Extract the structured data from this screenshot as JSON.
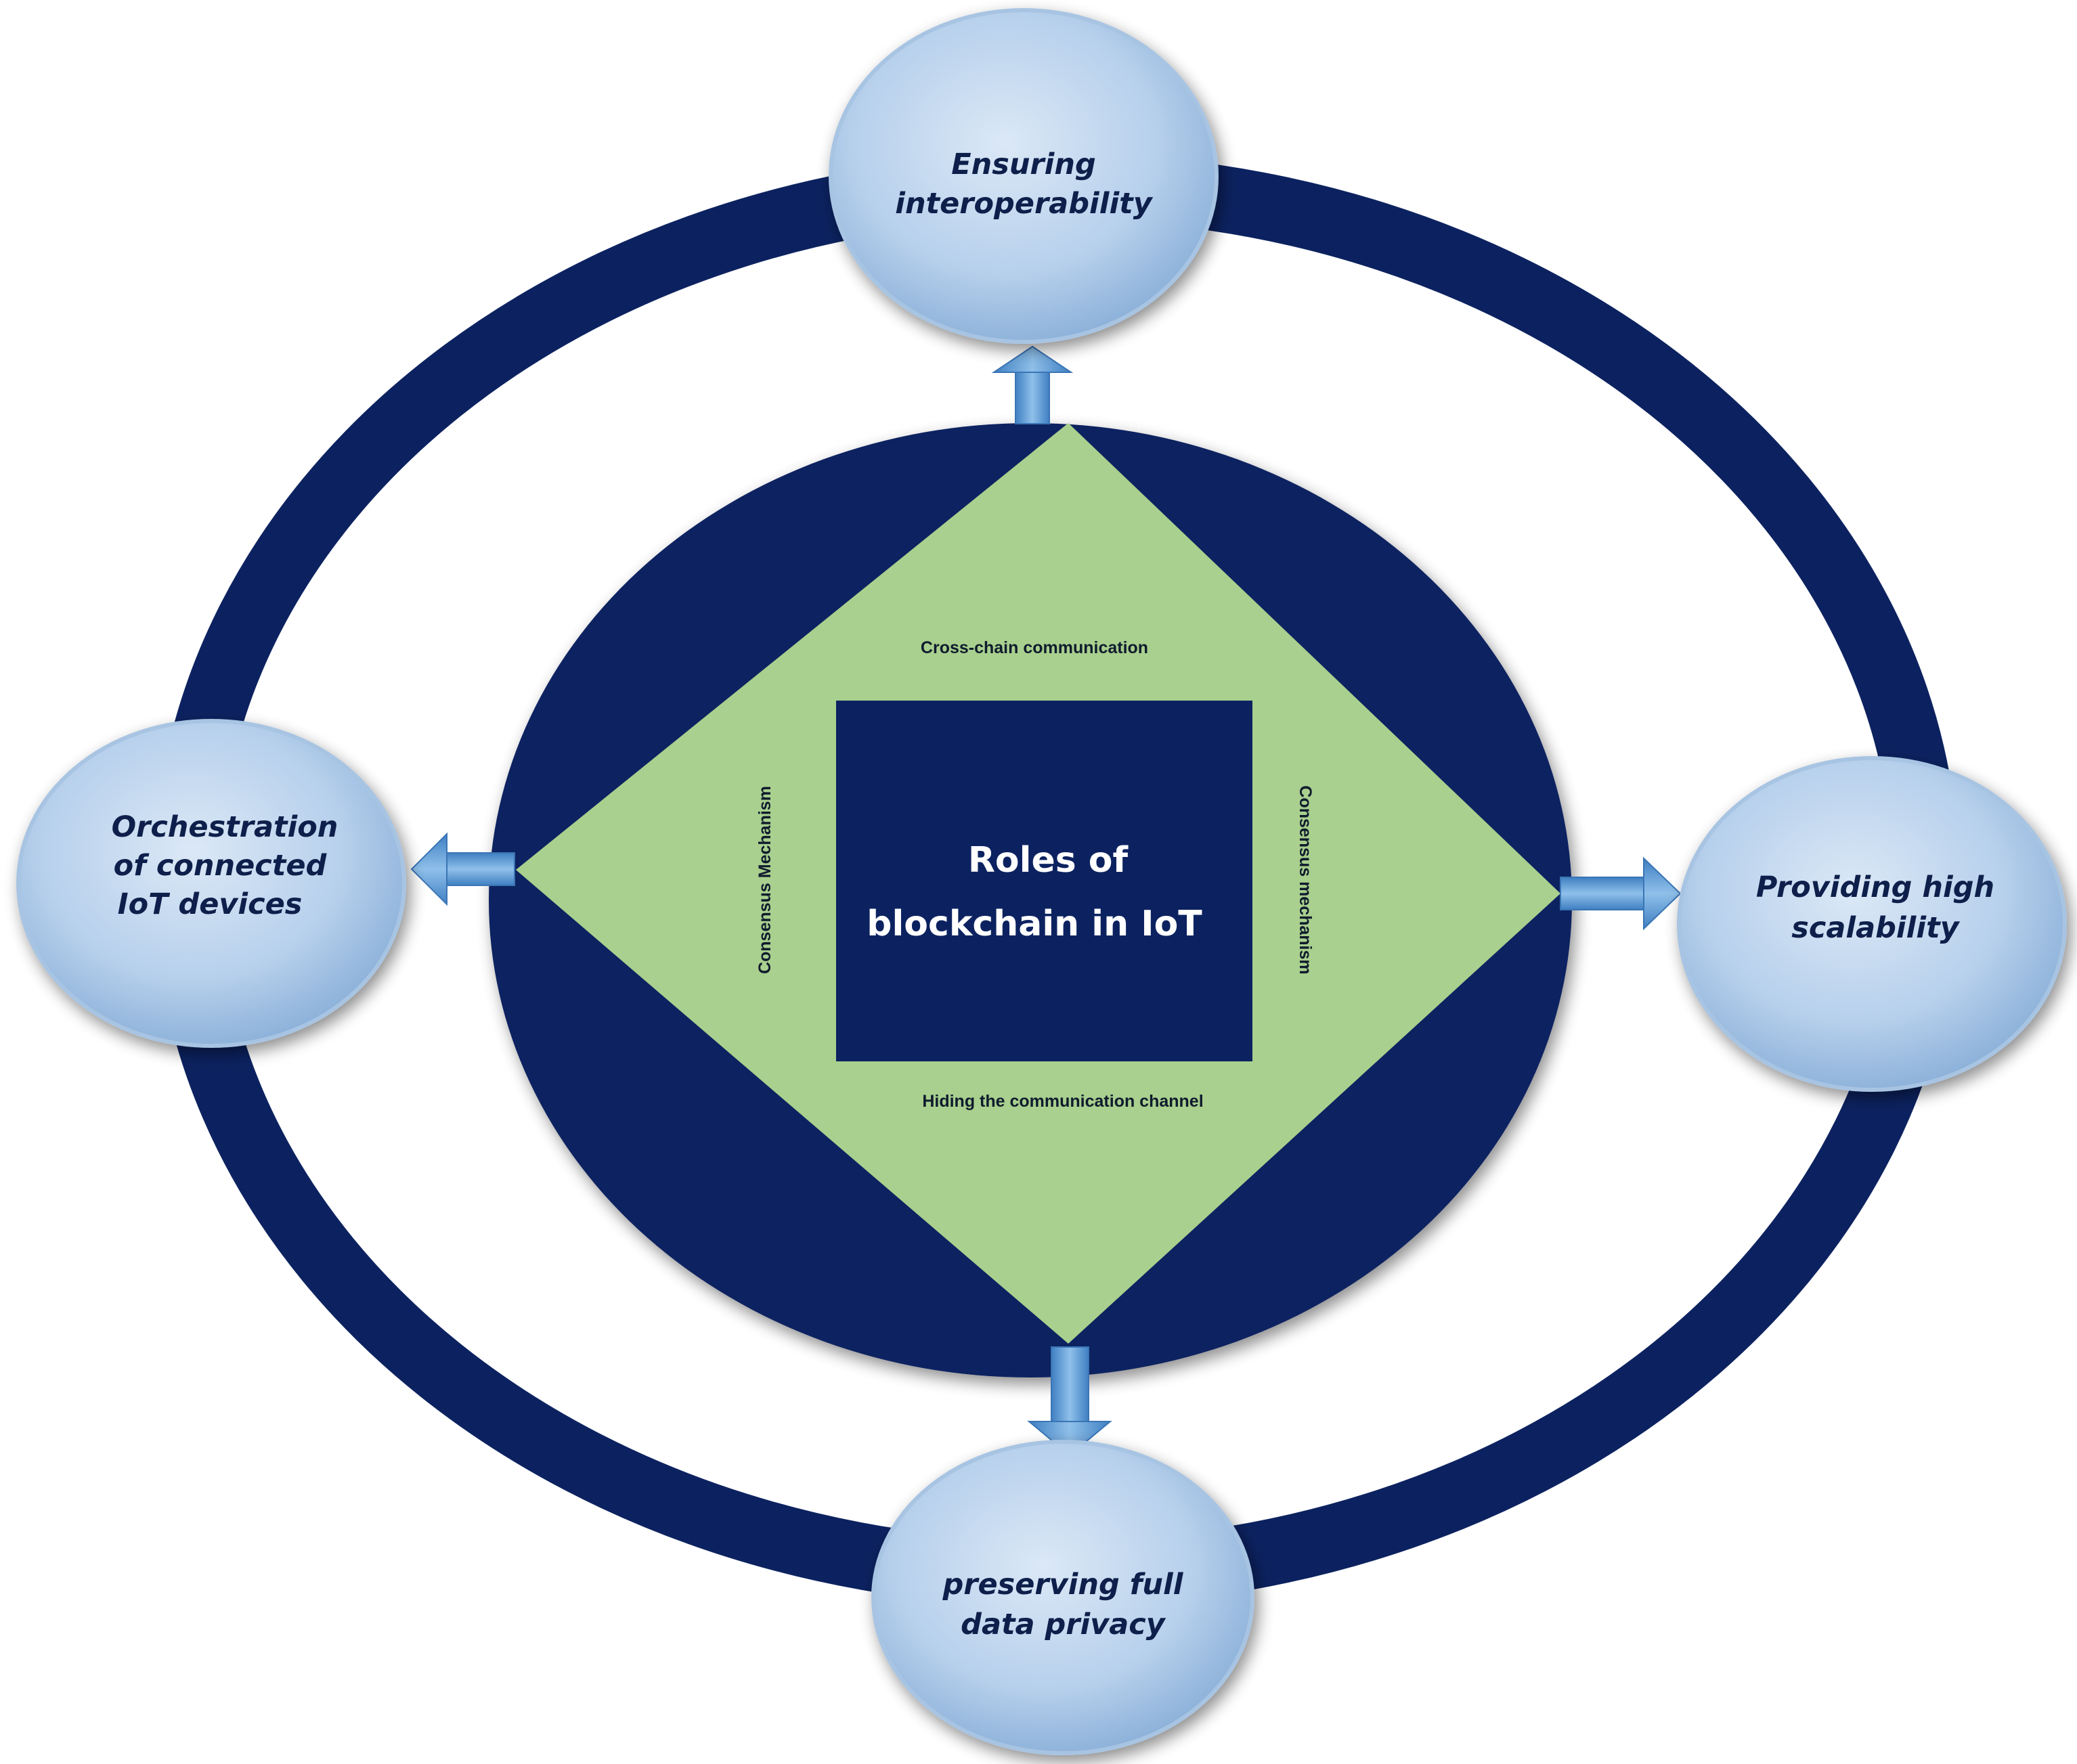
{
  "center": {
    "line1": "Roles of",
    "line2": "blockchain in IoT"
  },
  "diamond_labels": {
    "top": "Cross-chain communication",
    "bottom": "Hiding the  communication channel",
    "left": "Consensus Mechanism",
    "right": "Consensus mechanism"
  },
  "roles": {
    "top": {
      "line1": "Ensuring",
      "line2": "interoperability"
    },
    "left": {
      "line1": "Orchestration",
      "line2": "of connected",
      "line3": "IoT devices"
    },
    "right": {
      "line1": "Providing high",
      "line2": "scalability"
    },
    "bottom": {
      "line1": "preserving full",
      "line2": "data privacy"
    }
  },
  "colors": {
    "navy": "#0c2260",
    "green": "#a9d08e",
    "bubble_light": "#c9ddf0",
    "bubble_dark": "#8fb6dd",
    "arrow": "#5b9bd5"
  }
}
